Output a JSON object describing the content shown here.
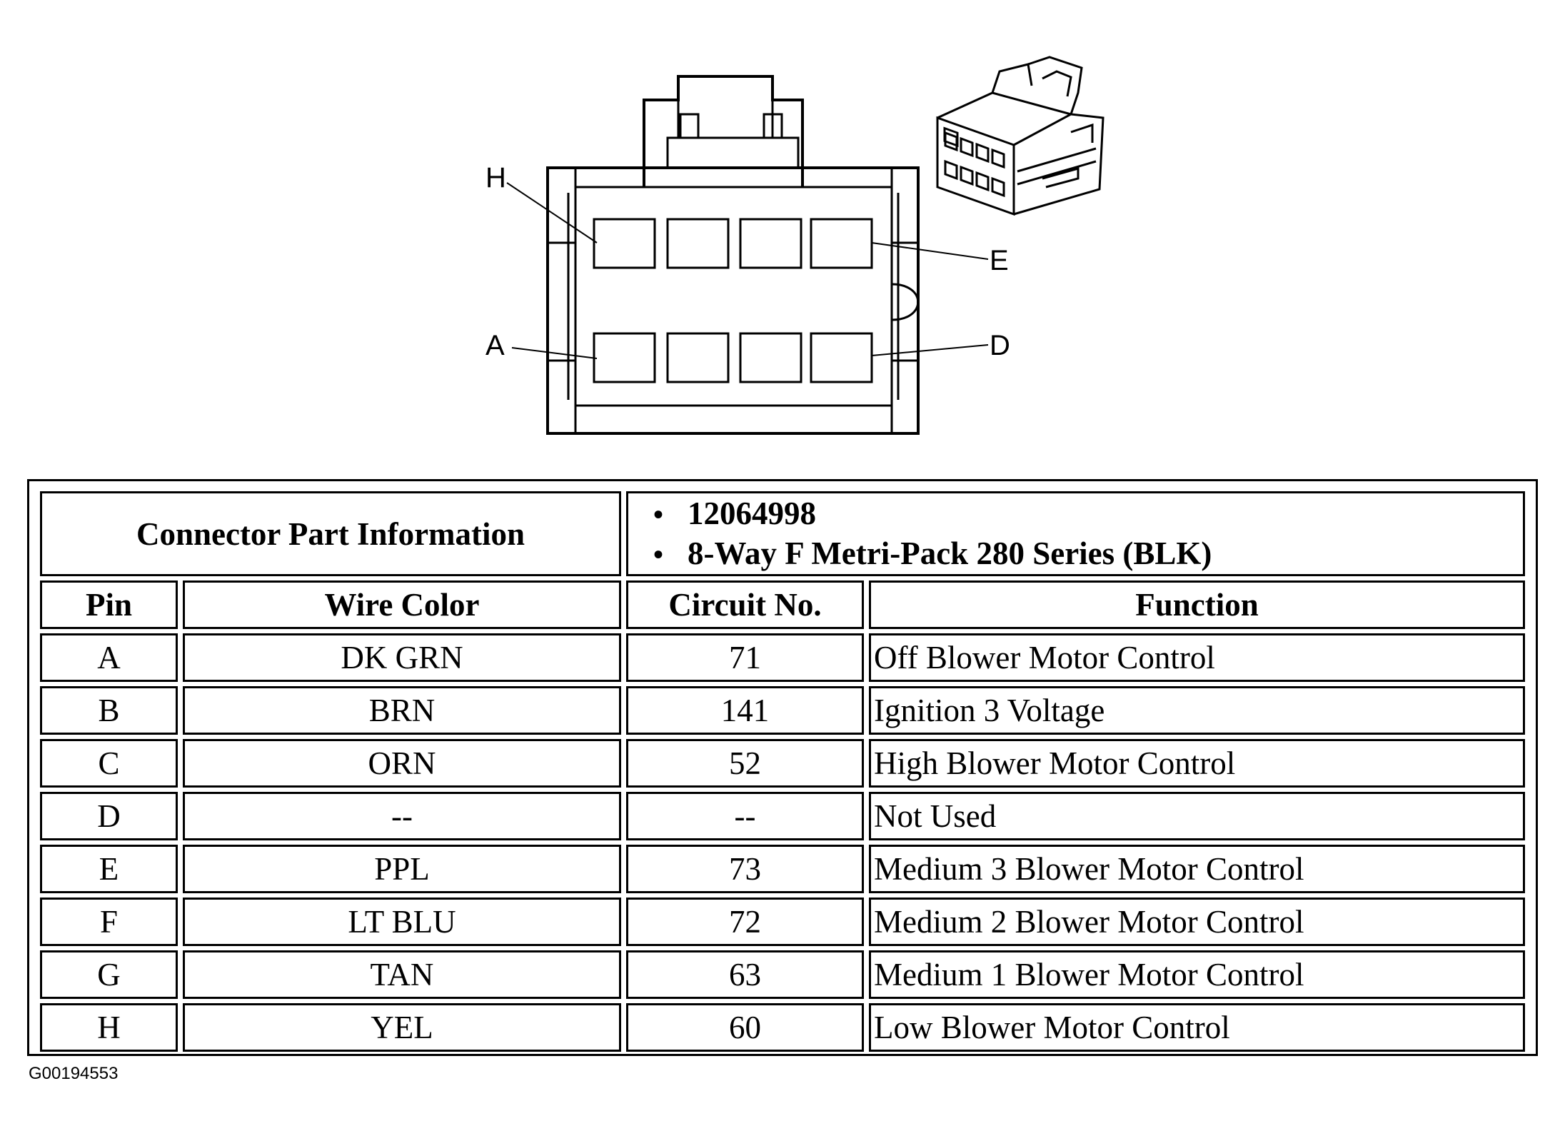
{
  "diagram": {
    "pin_labels": [
      "H",
      "E",
      "A",
      "D"
    ]
  },
  "table": {
    "info_label": "Connector Part Information",
    "part_numbers": [
      "12064998",
      "8-Way F Metri-Pack 280 Series (BLK)"
    ],
    "headers": {
      "pin": "Pin",
      "wire": "Wire Color",
      "circuit": "Circuit No.",
      "function": "Function"
    },
    "rows": [
      {
        "pin": "A",
        "wire": "DK GRN",
        "circuit": "71",
        "function": "Off Blower Motor Control"
      },
      {
        "pin": "B",
        "wire": "BRN",
        "circuit": "141",
        "function": "Ignition 3 Voltage"
      },
      {
        "pin": "C",
        "wire": "ORN",
        "circuit": "52",
        "function": "High Blower Motor Control"
      },
      {
        "pin": "D",
        "wire": "--",
        "circuit": "--",
        "function": "Not Used"
      },
      {
        "pin": "E",
        "wire": "PPL",
        "circuit": "73",
        "function": "Medium 3 Blower Motor Control"
      },
      {
        "pin": "F",
        "wire": "LT BLU",
        "circuit": "72",
        "function": "Medium 2 Blower Motor Control"
      },
      {
        "pin": "G",
        "wire": "TAN",
        "circuit": "63",
        "function": "Medium 1 Blower Motor Control"
      },
      {
        "pin": "H",
        "wire": "YEL",
        "circuit": "60",
        "function": "Low Blower Motor Control"
      }
    ]
  },
  "figure_id": "G00194553"
}
